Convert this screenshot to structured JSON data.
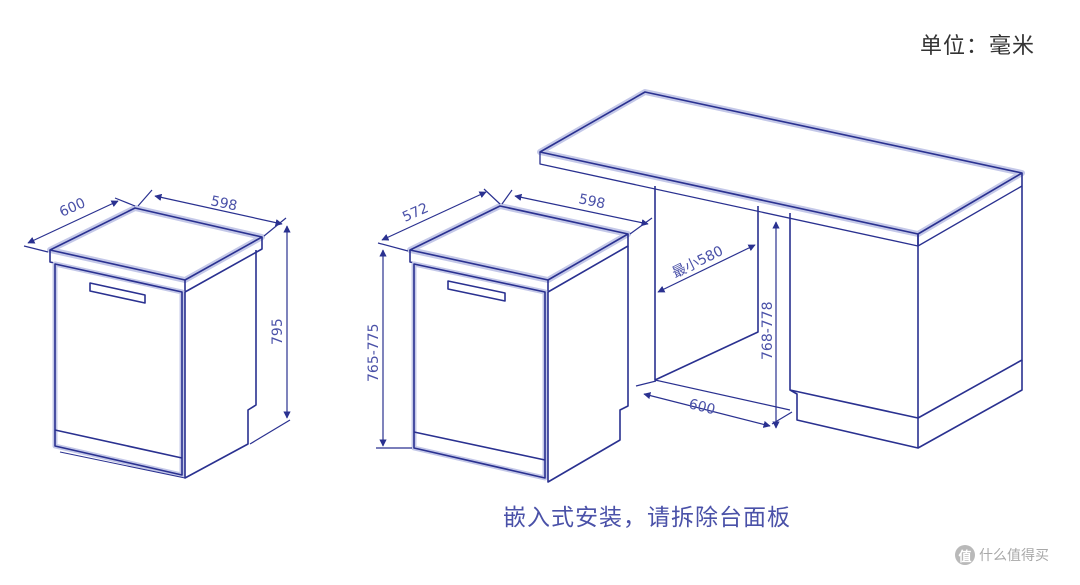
{
  "unit_label": "单位：毫米",
  "caption": "嵌入式安装，请拆除台面板",
  "watermark": {
    "logo_glyph": "值",
    "text": "什么值得买"
  },
  "freestanding": {
    "depth": "600",
    "width": "598",
    "height": "795"
  },
  "builtin": {
    "depth": "572",
    "width": "598",
    "height": "765-775"
  },
  "cabinet": {
    "min_opening": "最小580",
    "depth": "600",
    "height": "768-778"
  },
  "colors": {
    "line": "#2a3190",
    "text": "#4a51a8",
    "edge": "#c4c8e8"
  }
}
